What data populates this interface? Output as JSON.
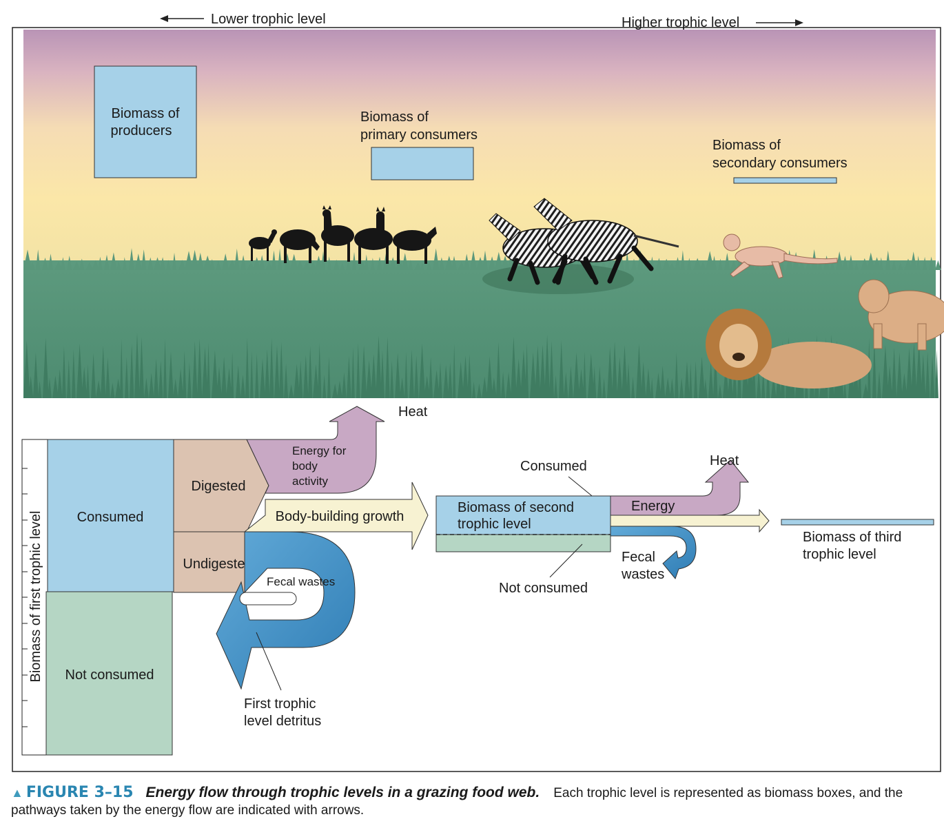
{
  "top_labels": {
    "lower": "Lower trophic level",
    "higher": "Higher trophic level"
  },
  "scene": {
    "producers_box": "Biomass of producers",
    "producers_line1": "Biomass of",
    "producers_line2": "producers",
    "primary_line1": "Biomass of",
    "primary_line2": "primary consumers",
    "secondary_line1": "Biomass of",
    "secondary_line2": "secondary consumers"
  },
  "flow": {
    "first_level_axis": "Biomass of first trophic level",
    "consumed": "Consumed",
    "not_consumed": "Not consumed",
    "digested": "Digested",
    "undigested": "Undigested",
    "energy_line1": "Energy for",
    "energy_line2": "body",
    "energy_line3": "activity",
    "heat": "Heat",
    "body_building": "Body-building growth",
    "fecal_wastes": "Fecal wastes",
    "detritus_line1": "First trophic",
    "detritus_line2": "level detritus",
    "second_consumed": "Consumed",
    "second_line1": "Biomass of second",
    "second_line2": "trophic level",
    "second_not_consumed": "Not consumed",
    "second_energy": "Energy",
    "second_heat": "Heat",
    "second_fecal_line1": "Fecal",
    "second_fecal_line2": "wastes",
    "third_line1": "Biomass of third",
    "third_line2": "trophic level"
  },
  "caption": {
    "figure_number": "FIGURE 3–15",
    "title": "Energy flow through trophic levels in a grazing food web.",
    "text": "Each trophic level is represented as biomass boxes, and the pathways taken by the energy flow are indicated with arrows."
  },
  "icons": [
    "triangle-icon",
    "deer-silhouettes",
    "zebra-herd",
    "cheetah",
    "lion",
    "lioness"
  ],
  "colors": {
    "biomass_blue": "#a6d1e8",
    "not_consumed_green": "#b5d6c4",
    "digested_tan": "#dcc3b1",
    "energy_mauve": "#c8a8c4",
    "growth_cream": "#f7f2d2",
    "fecal_blue": "#3e8fc2",
    "caption_blue": "#2a86b1"
  }
}
